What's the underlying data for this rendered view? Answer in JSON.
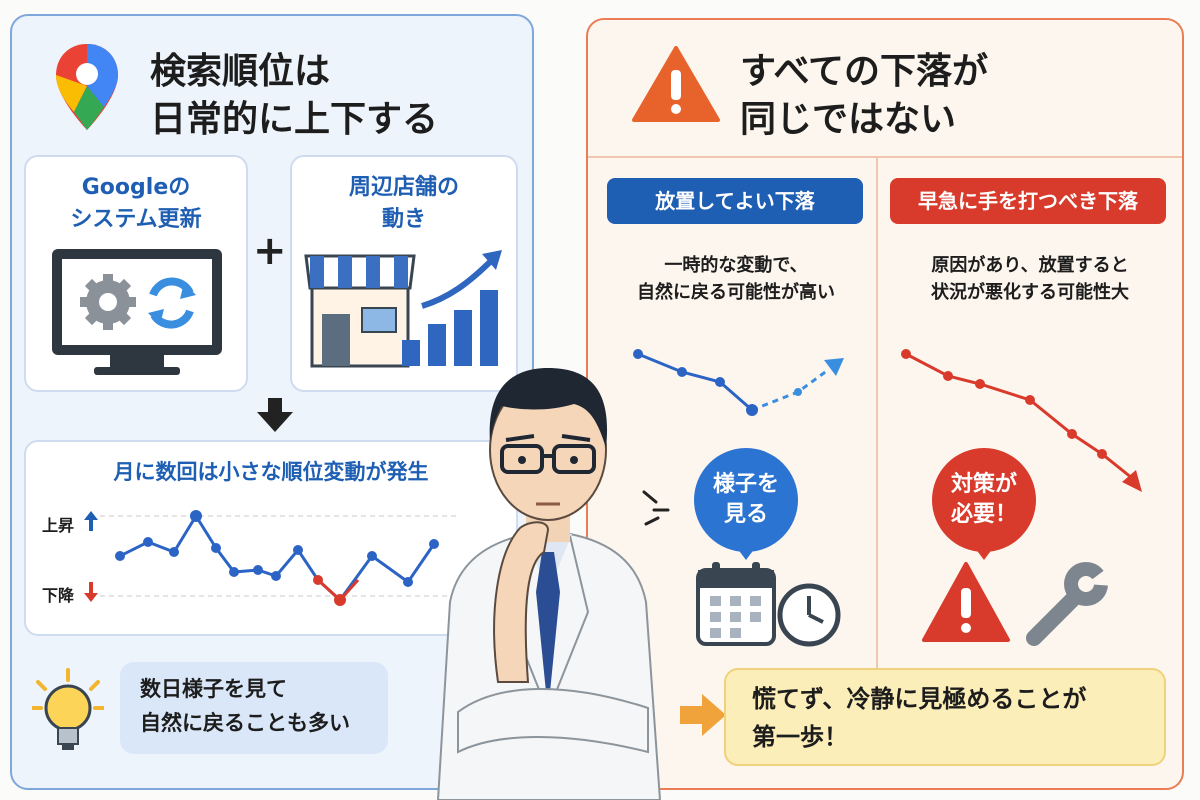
{
  "left": {
    "title": "検索順位は\n日常的に上下する",
    "card1_title": "Googleの\nシステム更新",
    "plus": "+",
    "card2_title": "周辺店舗の\n動き",
    "chart_title": "月に数回は小さな順位変動が発生",
    "up_label": "上昇",
    "down_label": "下降",
    "tip": "数日様子を見て\n自然に戻ることも多い"
  },
  "right": {
    "title": "すべての下落が\n同じではない",
    "col1_pill": "放置してよい下落",
    "col1_desc": "一時的な変動で、\n自然に戻る可能性が高い",
    "col1_bubble": "様子を\n見る",
    "col2_pill": "早急に手を打つべき下落",
    "col2_desc": "原因があり、放置すると\n状況が悪化する可能性大",
    "col2_bubble": "対策が\n必要！",
    "bottom": "慌てず、冷静に見極めることが\n第一歩！"
  },
  "colors": {
    "blue": "#1f5fb3",
    "red": "#d83a2c",
    "orange": "#ea7d55",
    "yellow": "#fbeeb8"
  },
  "icons": [
    "google-maps-pin-icon",
    "warning-icon",
    "monitor-gear-refresh-icon",
    "store-growth-icon",
    "down-arrow-icon",
    "lightbulb-icon",
    "calendar-icon",
    "clock-icon",
    "wrench-icon",
    "person-thinking"
  ]
}
